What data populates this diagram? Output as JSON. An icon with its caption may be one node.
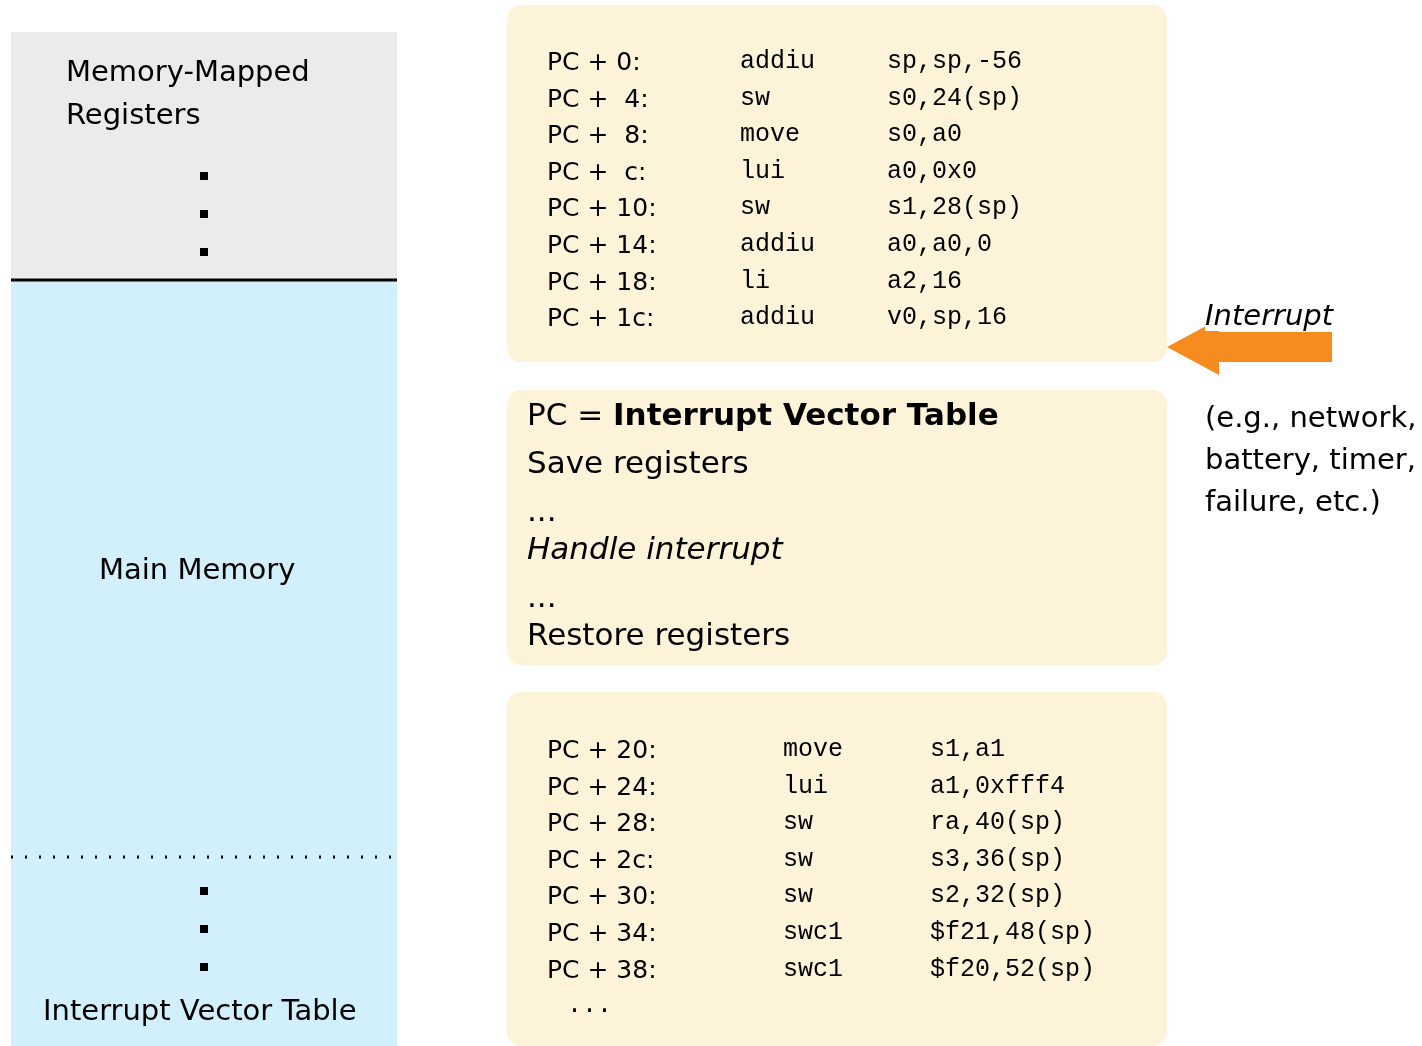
{
  "diagram": {
    "nodes": [
      {
        "text": [
          "Memory-Mapped Registers"
        ]
      },
      {
        "text": [
          "Main Memory"
        ]
      },
      {
        "text": [
          "Interrupt Vector Table"
        ]
      },
      {
        "text": [
          "PC + 0:",
          "addiu",
          "sp,sp,-56",
          "PC +  4:",
          "sw",
          "s0,24(sp)",
          "PC +  8:",
          "move",
          "s0,a0",
          "PC +  c:",
          "lui",
          "a0,0x0",
          "PC + 10:",
          "sw",
          "s1,28(sp)",
          "PC + 14:",
          "addiu",
          "a0,a0,0",
          "PC + 18:",
          "li",
          "a2,16",
          "PC + 1c:",
          "addiu",
          "v0,sp,16"
        ]
      },
      {
        "text": [
          "PC = **Interrupt Vector Table**",
          "Save registers",
          "...",
          "Handle interrupt",
          "...",
          "Restore registers"
        ]
      },
      {
        "text": [
          "PC + 20:",
          "move",
          "s1,a1",
          "PC + 24:",
          "lui",
          "a1,0xfff4",
          "PC + 28:",
          "sw",
          "ra,40(sp)",
          "PC + 2c:",
          "sw",
          "s3,36(sp)",
          "PC + 30:",
          "sw",
          "s2,32(sp)",
          "PC + 34:",
          "swc1",
          "$f21,48(sp)",
          "PC + 38:",
          "swc1",
          "$f20,52(sp)",
          "..."
        ]
      }
    ],
    "edges": [
      {
        "from": null,
        "to": 3,
        "arrow": "to",
        "label": "Interrupt",
        "color": "#f68b1f"
      }
    ],
    "labels": [
      "(e.g., network, battery, timer, failure, etc.)"
    ]
  }
}
